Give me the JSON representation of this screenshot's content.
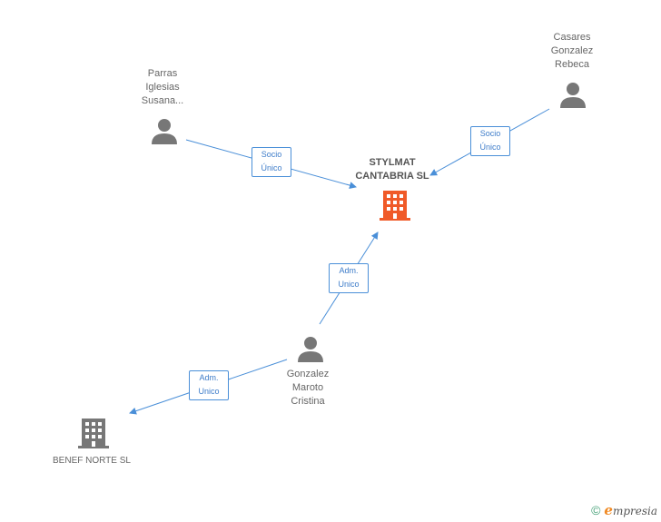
{
  "nodes": {
    "stylmat": {
      "label": "STYLMAT\nCANTABRIA SL",
      "type": "company-main"
    },
    "parras": {
      "label": "Parras\nIglesias\nSusana...",
      "type": "person"
    },
    "casares": {
      "label": "Casares\nGonzalez\nRebeca",
      "type": "person"
    },
    "gonzalez": {
      "label": "Gonzalez\nMaroto\nCristina",
      "type": "person"
    },
    "benef": {
      "label": "BENEF NORTE SL",
      "type": "company"
    }
  },
  "relations": {
    "parras_stylmat": "Socio\nÚnico",
    "casares_stylmat": "Socio\nÚnico",
    "gonzalez_stylmat": "Adm.\nUnico",
    "gonzalez_benef": "Adm.\nUnico"
  },
  "colors": {
    "edge": "#4a8fd8",
    "main_company": "#f05a28",
    "node_gray": "#777777"
  },
  "brand": {
    "copyright": "©",
    "e": "e",
    "name": "mpresia"
  }
}
